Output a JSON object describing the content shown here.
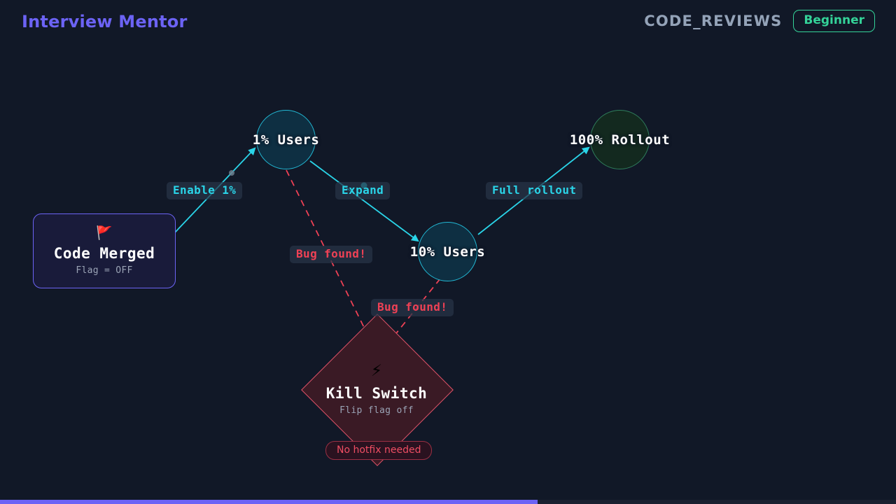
{
  "header": {
    "app_title": "Interview Mentor",
    "topic": "CODE_REVIEWS",
    "level_badge": "Beginner"
  },
  "diagram": {
    "nodes": [
      {
        "id": "code-merged",
        "shape": "rect",
        "icon": "flag-icon",
        "icon_glyph": "🚩",
        "title": "Code Merged",
        "subtitle": "Flag = OFF",
        "border_color": "#6c63f5",
        "fill_color": "#191b3a"
      },
      {
        "id": "one-percent",
        "shape": "circle",
        "title": "1% Users",
        "border_color": "#22b8d4",
        "fill_color": "#0e2f42"
      },
      {
        "id": "ten-percent",
        "shape": "circle",
        "title": "10% Users",
        "border_color": "#22b8d4",
        "fill_color": "#0e2f42"
      },
      {
        "id": "full-rollout",
        "shape": "circle",
        "title": "100% Rollout",
        "border_color": "#2f7d5c",
        "fill_color": "#13291f"
      },
      {
        "id": "kill-switch",
        "shape": "diamond",
        "icon": "lightning-icon",
        "icon_glyph": "⚡",
        "title": "Kill Switch",
        "subtitle": "Flip flag off",
        "badge": "No hotfix needed",
        "border_color": "#e0536a",
        "fill_color": "#3a1a25"
      }
    ],
    "edges": [
      {
        "id": "enable-1",
        "label": "Enable 1%",
        "style": "solid",
        "color": "#2ad4e8",
        "from": "code-merged",
        "to": "one-percent"
      },
      {
        "id": "expand",
        "label": "Expand",
        "style": "solid",
        "color": "#2ad4e8",
        "from": "one-percent",
        "to": "ten-percent"
      },
      {
        "id": "full-rollout-edge",
        "label": "Full rollout",
        "style": "solid",
        "color": "#2ad4e8",
        "from": "ten-percent",
        "to": "full-rollout"
      },
      {
        "id": "bug-found-1",
        "label": "Bug found!",
        "style": "dashed",
        "color": "#ef4155",
        "from": "one-percent",
        "to": "kill-switch"
      },
      {
        "id": "bug-found-2",
        "label": "Bug found!",
        "style": "dashed",
        "color": "#ef4155",
        "from": "ten-percent",
        "to": "kill-switch"
      }
    ]
  },
  "footer": {
    "progress_percent": 60,
    "progress_color": "#6c63f5"
  }
}
